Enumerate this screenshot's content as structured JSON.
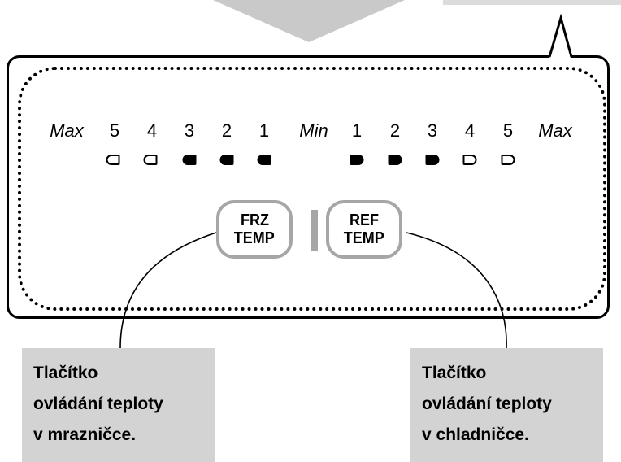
{
  "scale": {
    "left_max": "Max",
    "left_numbers": [
      "5",
      "4",
      "3",
      "2",
      "1"
    ],
    "center": "Min",
    "right_numbers": [
      "1",
      "2",
      "3",
      "4",
      "5"
    ],
    "right_max": "Max"
  },
  "indicators": {
    "freezer": [
      false,
      false,
      true,
      true,
      true
    ],
    "refrigerator": [
      true,
      true,
      true,
      false,
      false
    ]
  },
  "buttons": {
    "freezer": {
      "line1": "FRZ",
      "line2": "TEMP"
    },
    "refrigerator": {
      "line1": "REF",
      "line2": "TEMP"
    }
  },
  "callouts": {
    "freezer": [
      "Tlačítko",
      "ovládání teploty",
      "v mrazničce."
    ],
    "refrigerator": [
      "Tlačítko",
      "ovládání teploty",
      "v chladničce."
    ]
  }
}
